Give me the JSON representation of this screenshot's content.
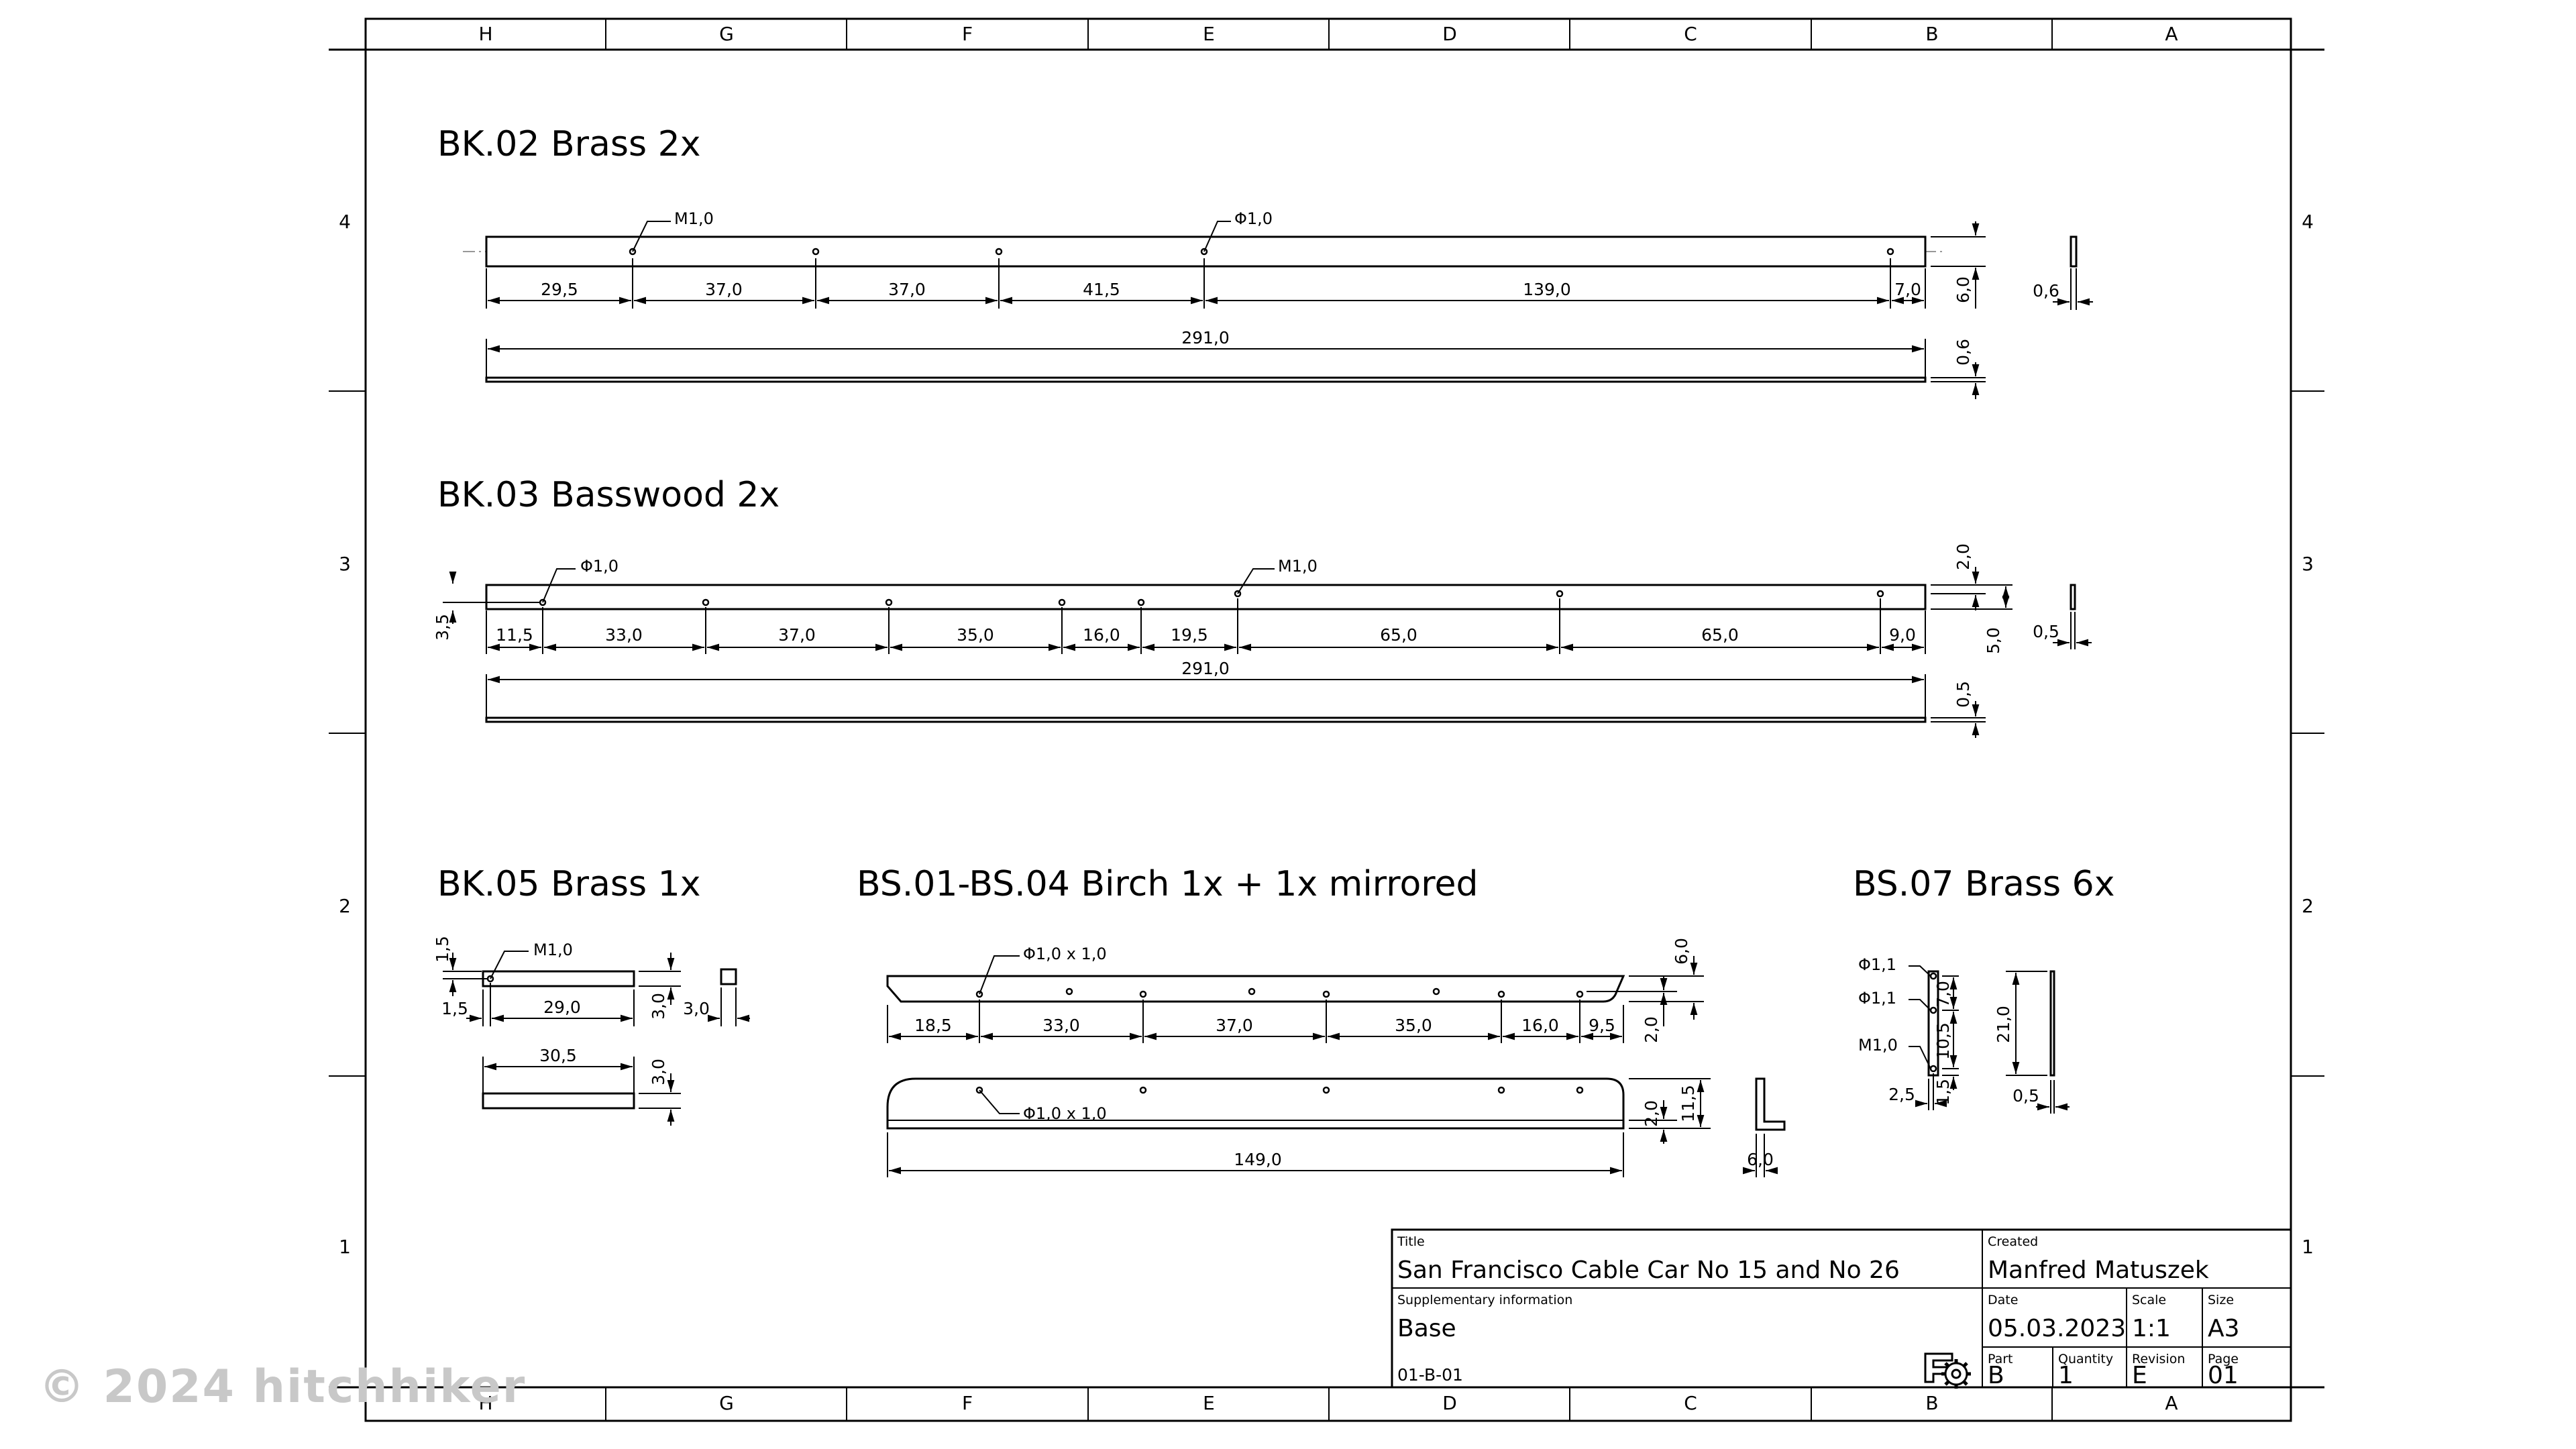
{
  "grid": {
    "columns": [
      "H",
      "G",
      "F",
      "E",
      "D",
      "C",
      "B",
      "A"
    ],
    "rows": [
      "4",
      "3",
      "2",
      "1"
    ]
  },
  "parts": {
    "bk02": {
      "title": "BK.02 Brass 2x",
      "ann_m": "M1,0",
      "ann_phi": "Φ1,0",
      "dims": [
        "29,5",
        "37,0",
        "37,0",
        "41,5",
        "139,0",
        "7,0",
        "6,0",
        "0,6",
        "291,0",
        "0,6"
      ]
    },
    "bk03": {
      "title": "BK.03 Basswood 2x",
      "ann_phi": "Φ1,0",
      "ann_m": "M1,0",
      "dims": [
        "3,5",
        "11,5",
        "33,0",
        "37,0",
        "35,0",
        "16,0",
        "19,5",
        "65,0",
        "65,0",
        "9,0",
        "2,0",
        "5,0",
        "0,5",
        "291,0",
        "0,5"
      ]
    },
    "bk05": {
      "title": "BK.05 Brass 1x",
      "ann_m": "M1,0",
      "dims": [
        "1,5",
        "1,5",
        "29,0",
        "3,0",
        "3,0",
        "30,5",
        "3,0"
      ]
    },
    "bs01": {
      "title": "BS.01-BS.04 Birch 1x + 1x mirrored",
      "ann_hole": "Φ1,0 x 1,0",
      "dims": [
        "18,5",
        "33,0",
        "37,0",
        "35,0",
        "16,0",
        "9,5",
        "6,0",
        "2,0",
        "149,0",
        "2,0",
        "11,5",
        "6,0"
      ]
    },
    "bs07": {
      "title": "BS.07 Brass 6x",
      "ann": [
        "Φ1,1",
        "Φ1,1",
        "M1,0"
      ],
      "dims": [
        "7,0",
        "10,5",
        "1,5",
        "21,0",
        "2,5",
        "0,5"
      ]
    }
  },
  "title_block": {
    "title_label": "Title",
    "title": "San Francisco Cable Car No 15 and No 26",
    "created_label": "Created",
    "created": "Manfred Matuszek",
    "supp_label": "Supplementary information",
    "supp": "Base",
    "date_label": "Date",
    "date": "05.03.2023",
    "scale_label": "Scale",
    "scale": "1:1",
    "size_label": "Size",
    "size": "A3",
    "drawing_no": "01-B-01",
    "part_label": "Part",
    "part": "B",
    "qty_label": "Quantity",
    "qty": "1",
    "rev_label": "Revision",
    "rev": "E",
    "page_label": "Page",
    "page": "01",
    "logo_icon": "freecad-gear-logo"
  },
  "watermark": "© 2024 hitchhiker"
}
